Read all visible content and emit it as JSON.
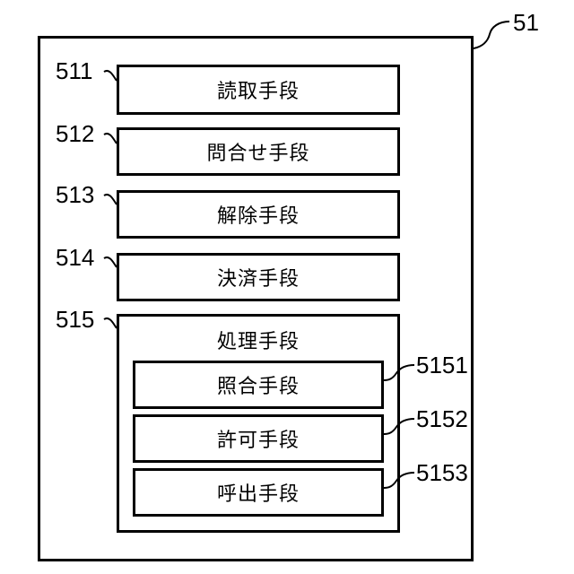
{
  "container": {
    "ref": "51"
  },
  "blocks": [
    {
      "ref": "511",
      "label": "読取手段"
    },
    {
      "ref": "512",
      "label": "問合せ手段"
    },
    {
      "ref": "513",
      "label": "解除手段"
    },
    {
      "ref": "514",
      "label": "決済手段"
    }
  ],
  "group": {
    "ref": "515",
    "label": "処理手段",
    "children": [
      {
        "ref": "5151",
        "label": "照合手段"
      },
      {
        "ref": "5152",
        "label": "許可手段"
      },
      {
        "ref": "5153",
        "label": "呼出手段"
      }
    ]
  }
}
